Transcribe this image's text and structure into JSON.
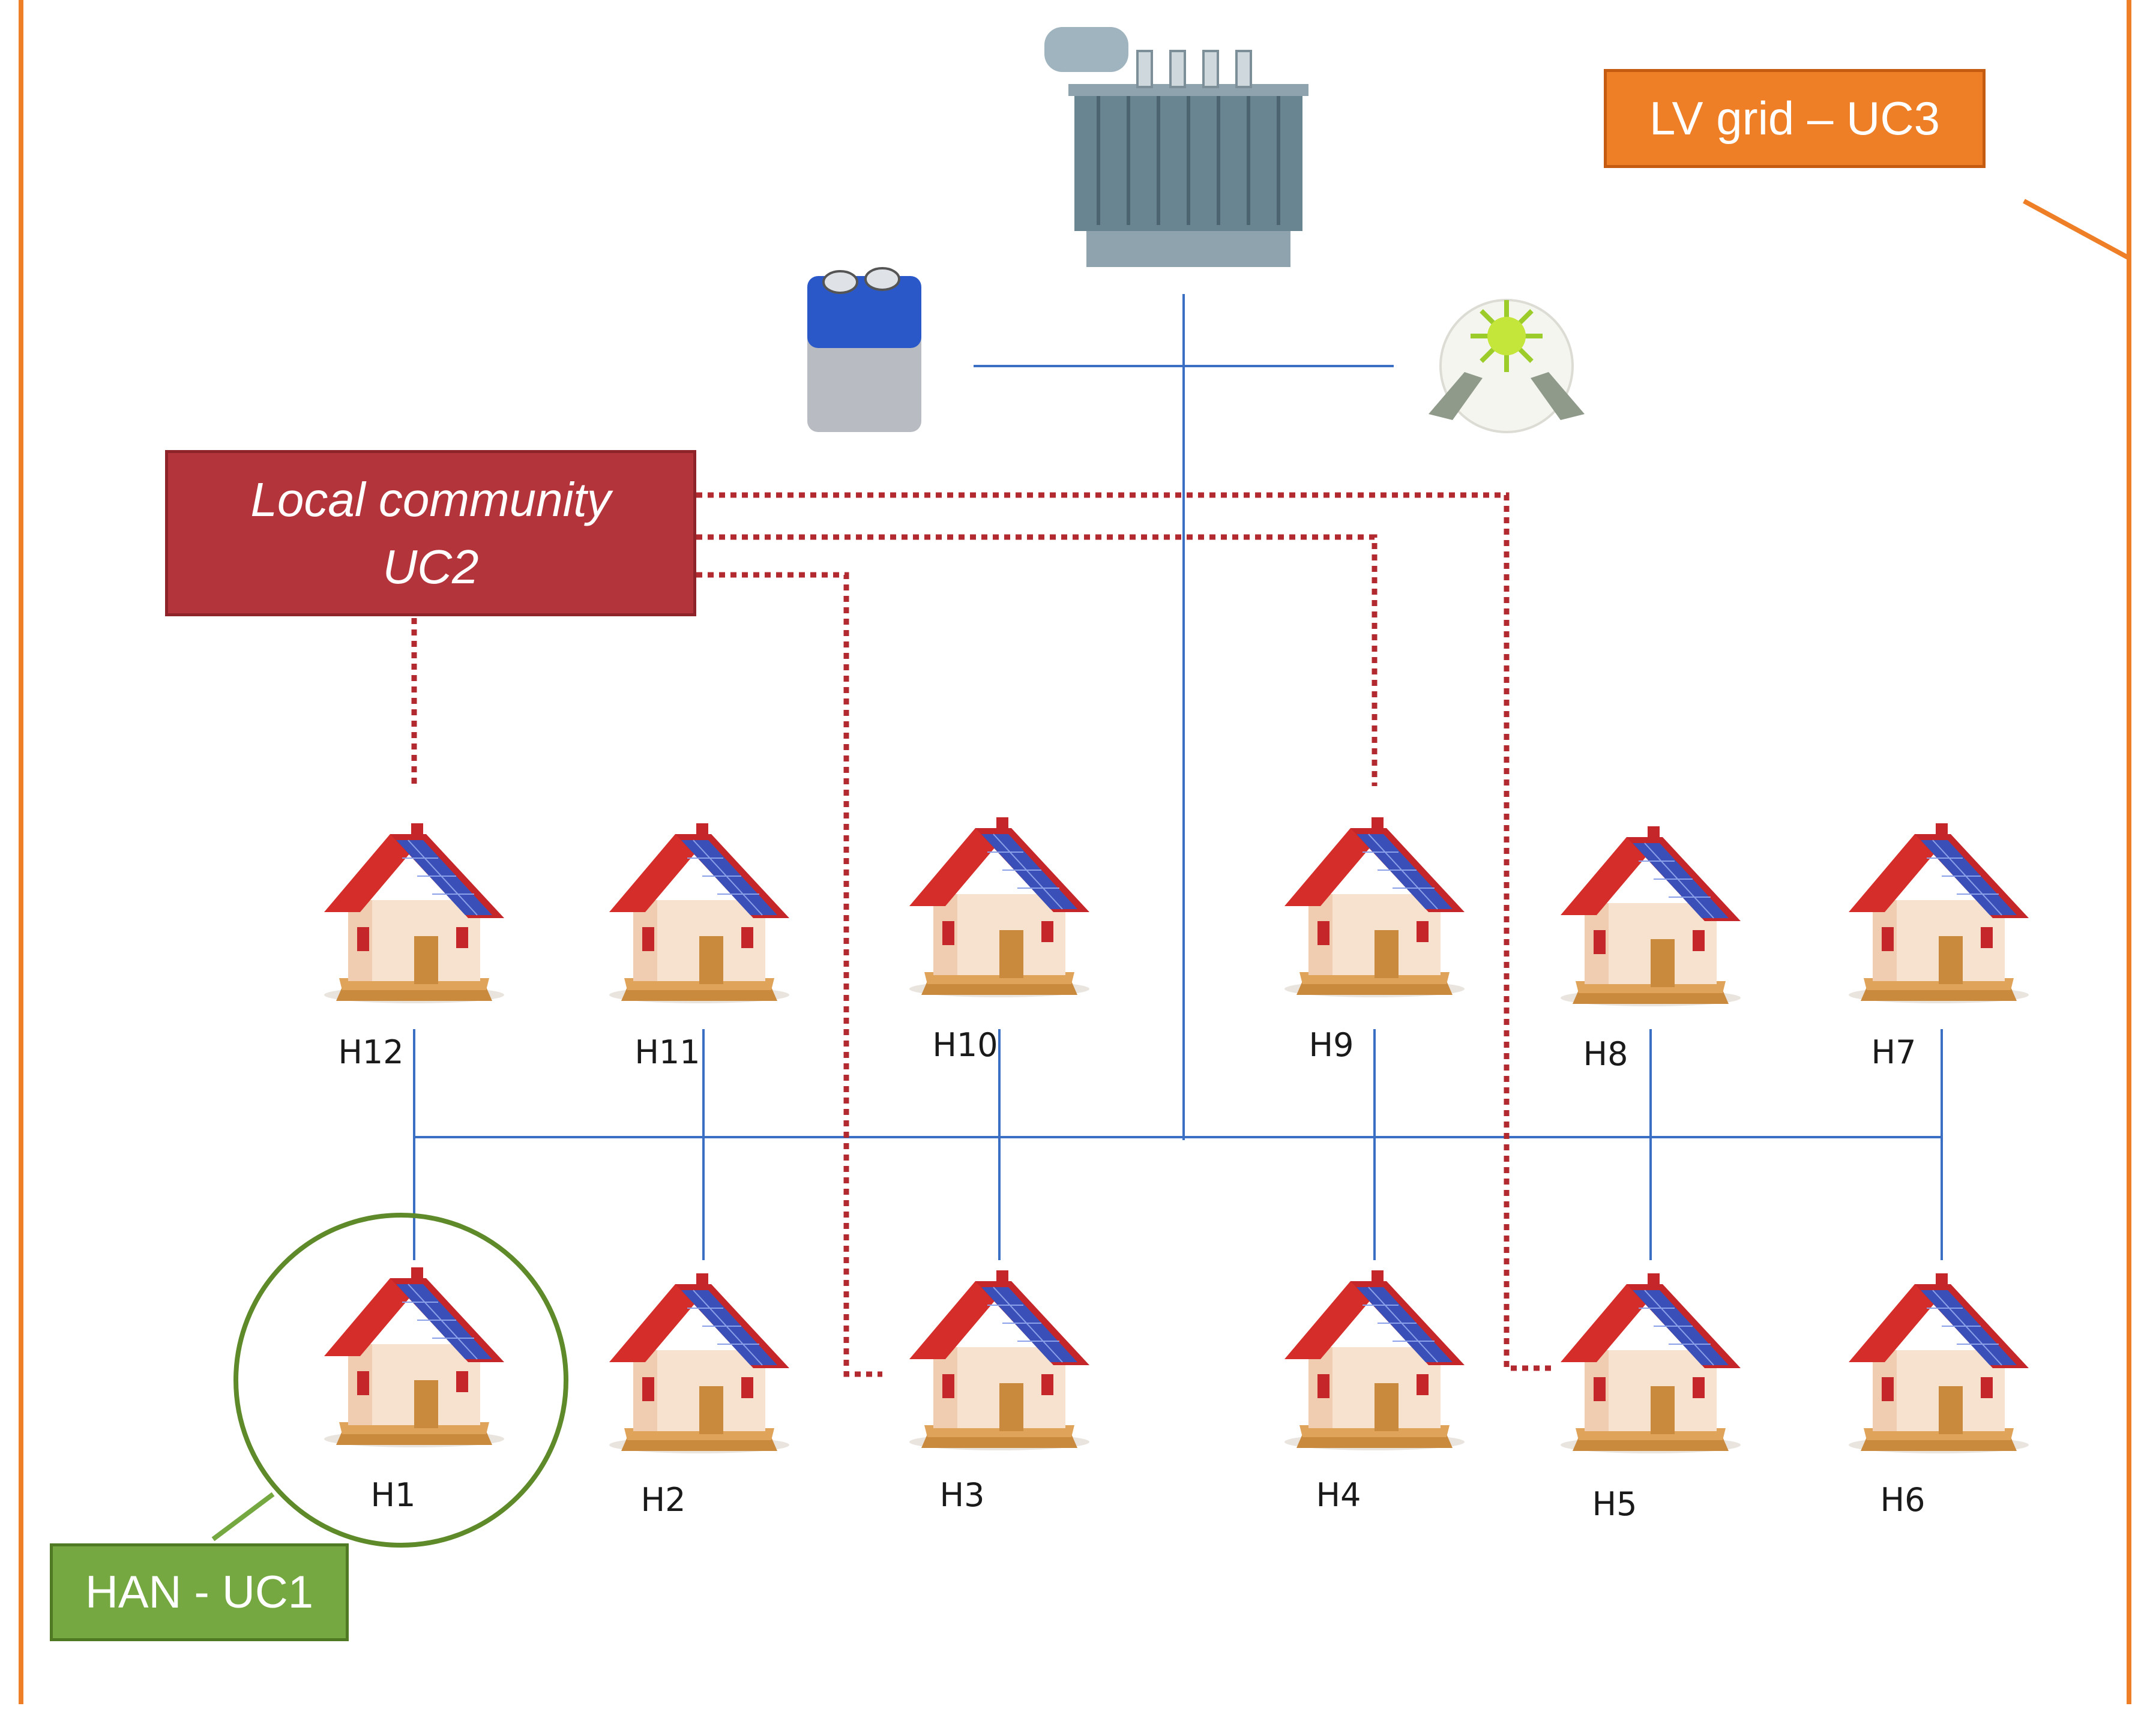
{
  "lv_grid_label": "LV grid – UC3",
  "local_community_line1": "Local community",
  "local_community_line2": "UC2",
  "han_label": "HAN - UC1",
  "houses": {
    "h1": "H1",
    "h2": "H2",
    "h3": "H3",
    "h4": "H4",
    "h5": "H5",
    "h6": "H6",
    "h7": "H7",
    "h8": "H8",
    "h9": "H9",
    "h10": "H10",
    "h11": "H11",
    "h12": "H12"
  },
  "colors": {
    "grid_line": "#3b6fc4",
    "comm_line": "#b22a2f",
    "frame": "#ef7f26",
    "han_circle": "#5e8a2a"
  }
}
